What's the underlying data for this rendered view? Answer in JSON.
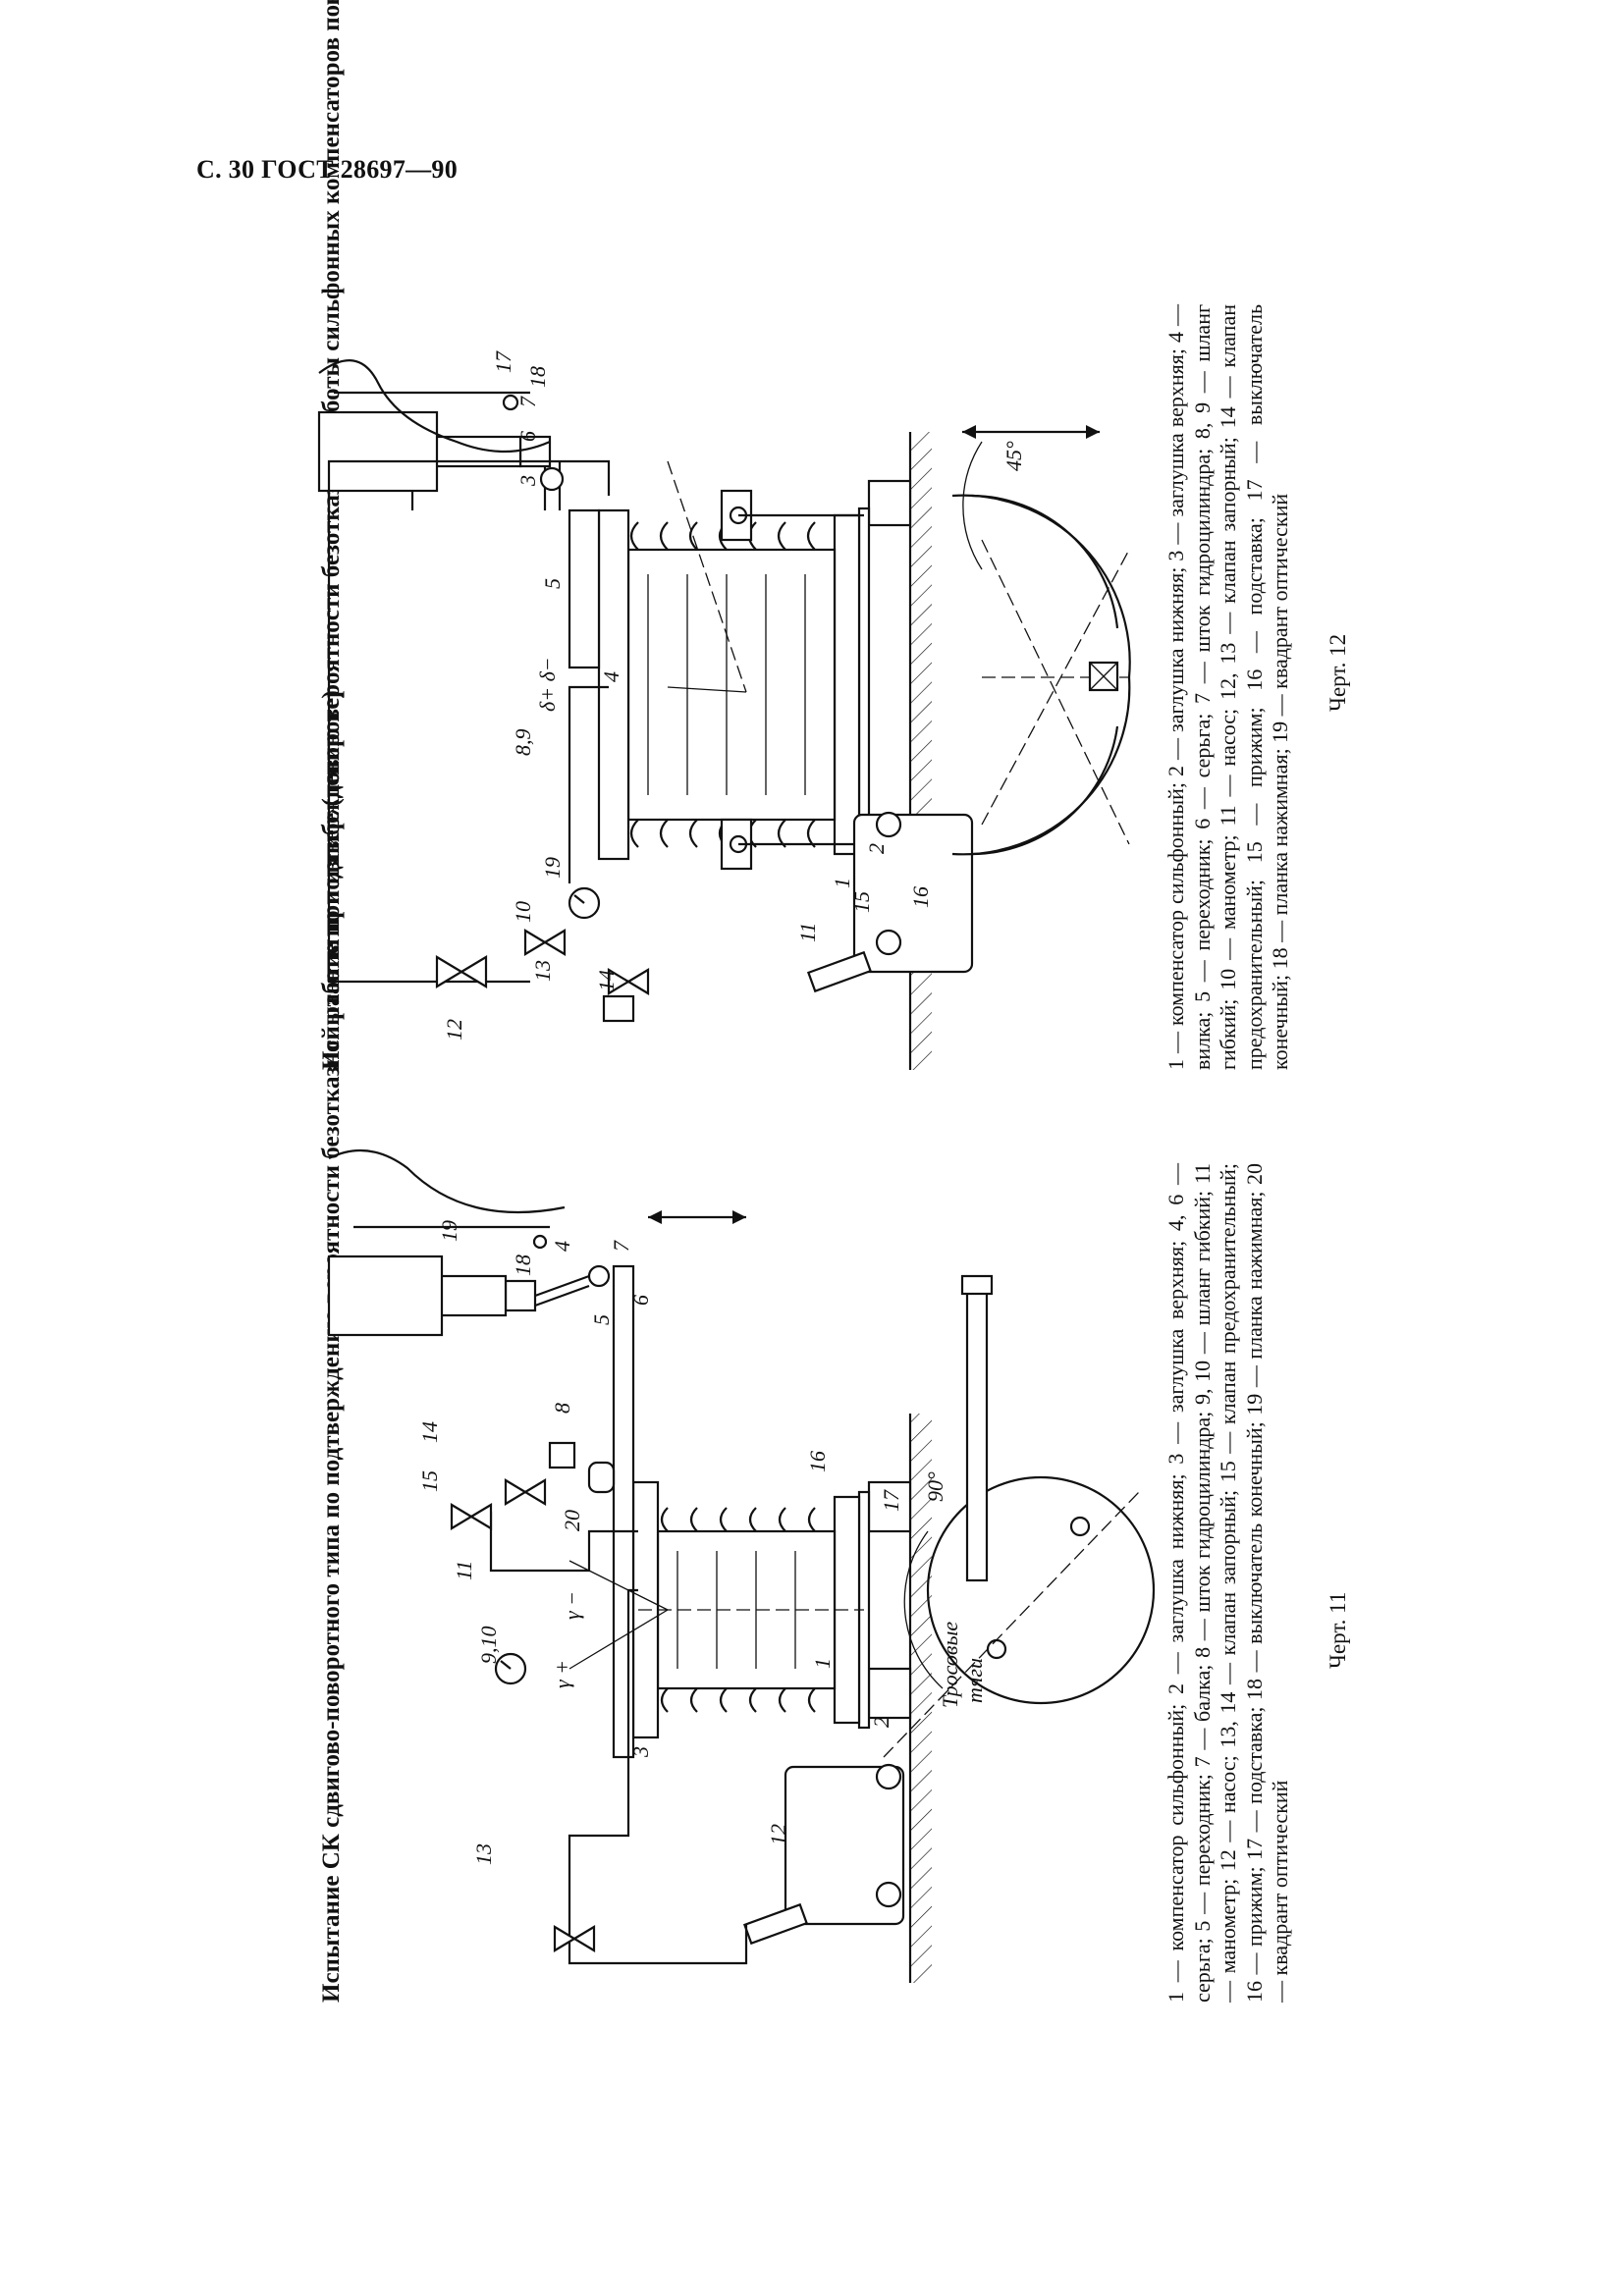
{
  "header": "С. 30 ГОСТ 28697—90",
  "fig11": {
    "title": "Испытание СК сдвигово-поворотного типа по подтверждению вероятности безотказной работы при изгибе (повороте)",
    "legend": "1 — компенсатор сильфонный; 2 — заглушка нижняя; 3 — заглушка верхняя; 4, 6 — серьга; 5 — переходник; 7 — балка; 8 — шток гидроцилиндра; 9, 10 — шланг гибкий; 11 — манометр; 12 — насос; 13, 14 — клапан запорный; 15 — клапан предохранительный; 16 — прижим; 17 — подставка; 18 — выключатель конечный; 19 — планка нажимная; 20 — квадрант оптический",
    "caption": "Черт. 11",
    "labels": {
      "l1": "1",
      "l2": "2",
      "l3": "3",
      "l4": "4",
      "l5": "5",
      "l6": "6",
      "l7": "7",
      "l8": "8",
      "l910": "9,10",
      "l11": "11",
      "l12": "12",
      "l13": "13",
      "l14": "14",
      "l15": "15",
      "l16": "16",
      "l17": "17",
      "l18": "18",
      "l19": "19",
      "l20": "20",
      "gplus": "γ +",
      "gminus": "γ −",
      "angle": "90°",
      "tros1": "Тросовые",
      "tros2": "тяги"
    }
  },
  "fig12": {
    "title": "Испытание по подтверждению вероятности безотказной работы сильфонных компенсаторов поворотного типа",
    "legend": "1 — компенсатор сильфонный; 2 — заглушка нижняя; 3 — заглушка верхняя; 4 — вилка; 5 — переходник; 6 — серьга; 7 — шток гидроцилиндра; 8, 9 — шланг гибкий; 10 — манометр; 11 — насос; 12, 13 — клапан запорный; 14 — клапан предохранительный; 15 — прижим; 16 — подставка; 17 — выключатель конечный; 18 — планка нажимная; 19 — квадрант оптический",
    "caption": "Черт. 12",
    "labels": {
      "l1": "1",
      "l2": "2",
      "l3": "3",
      "l4": "4",
      "l5": "5",
      "l6": "6",
      "l7": "7",
      "l89": "8,9",
      "l10": "10",
      "l11": "11",
      "l12": "12",
      "l13": "13",
      "l14": "14",
      "l15": "15",
      "l16": "16",
      "l17": "17",
      "l18": "18",
      "l19": "19",
      "delta": "δ+ δ−",
      "angle": "45°"
    }
  }
}
